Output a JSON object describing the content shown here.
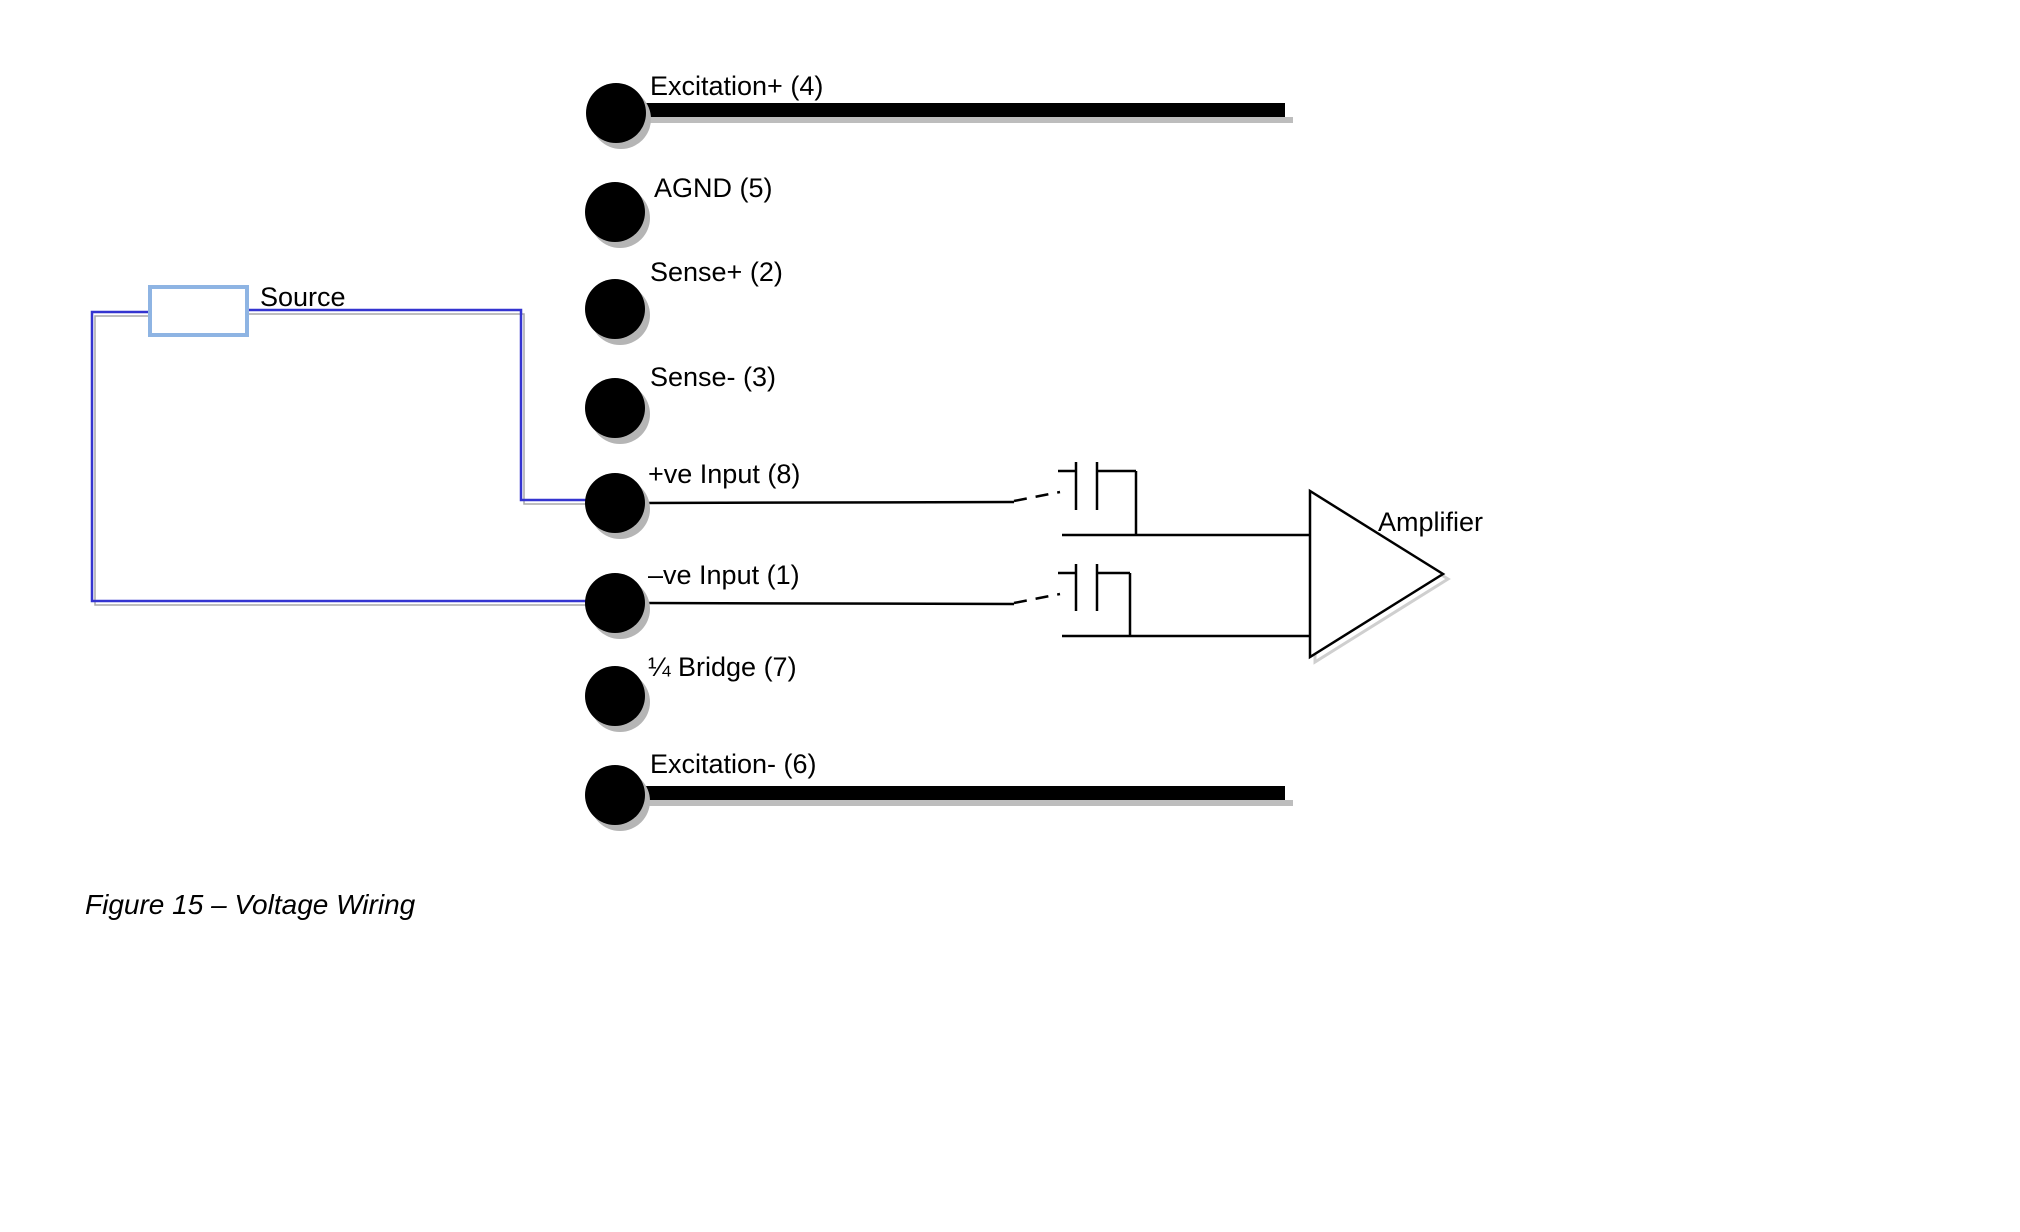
{
  "diagram": {
    "pins": [
      {
        "label": "Excitation+ (4)"
      },
      {
        "label": "AGND (5)"
      },
      {
        "label": "Sense+ (2)"
      },
      {
        "label": "Sense- (3)"
      },
      {
        "label": "+ve Input (8)"
      },
      {
        "label": "–ve Input (1)"
      },
      {
        "label": "¼ Bridge (7)"
      },
      {
        "label": "Excitation- (6)"
      }
    ],
    "source_label": "Source",
    "amplifier_label": "Amplifier",
    "caption": "Figure 15 – Voltage Wiring"
  },
  "colors": {
    "wire_blue": "#3434d0",
    "source_box_border": "#8eb4e3",
    "line_black": "#000000",
    "shadow_gray": "#b5b5b5"
  }
}
